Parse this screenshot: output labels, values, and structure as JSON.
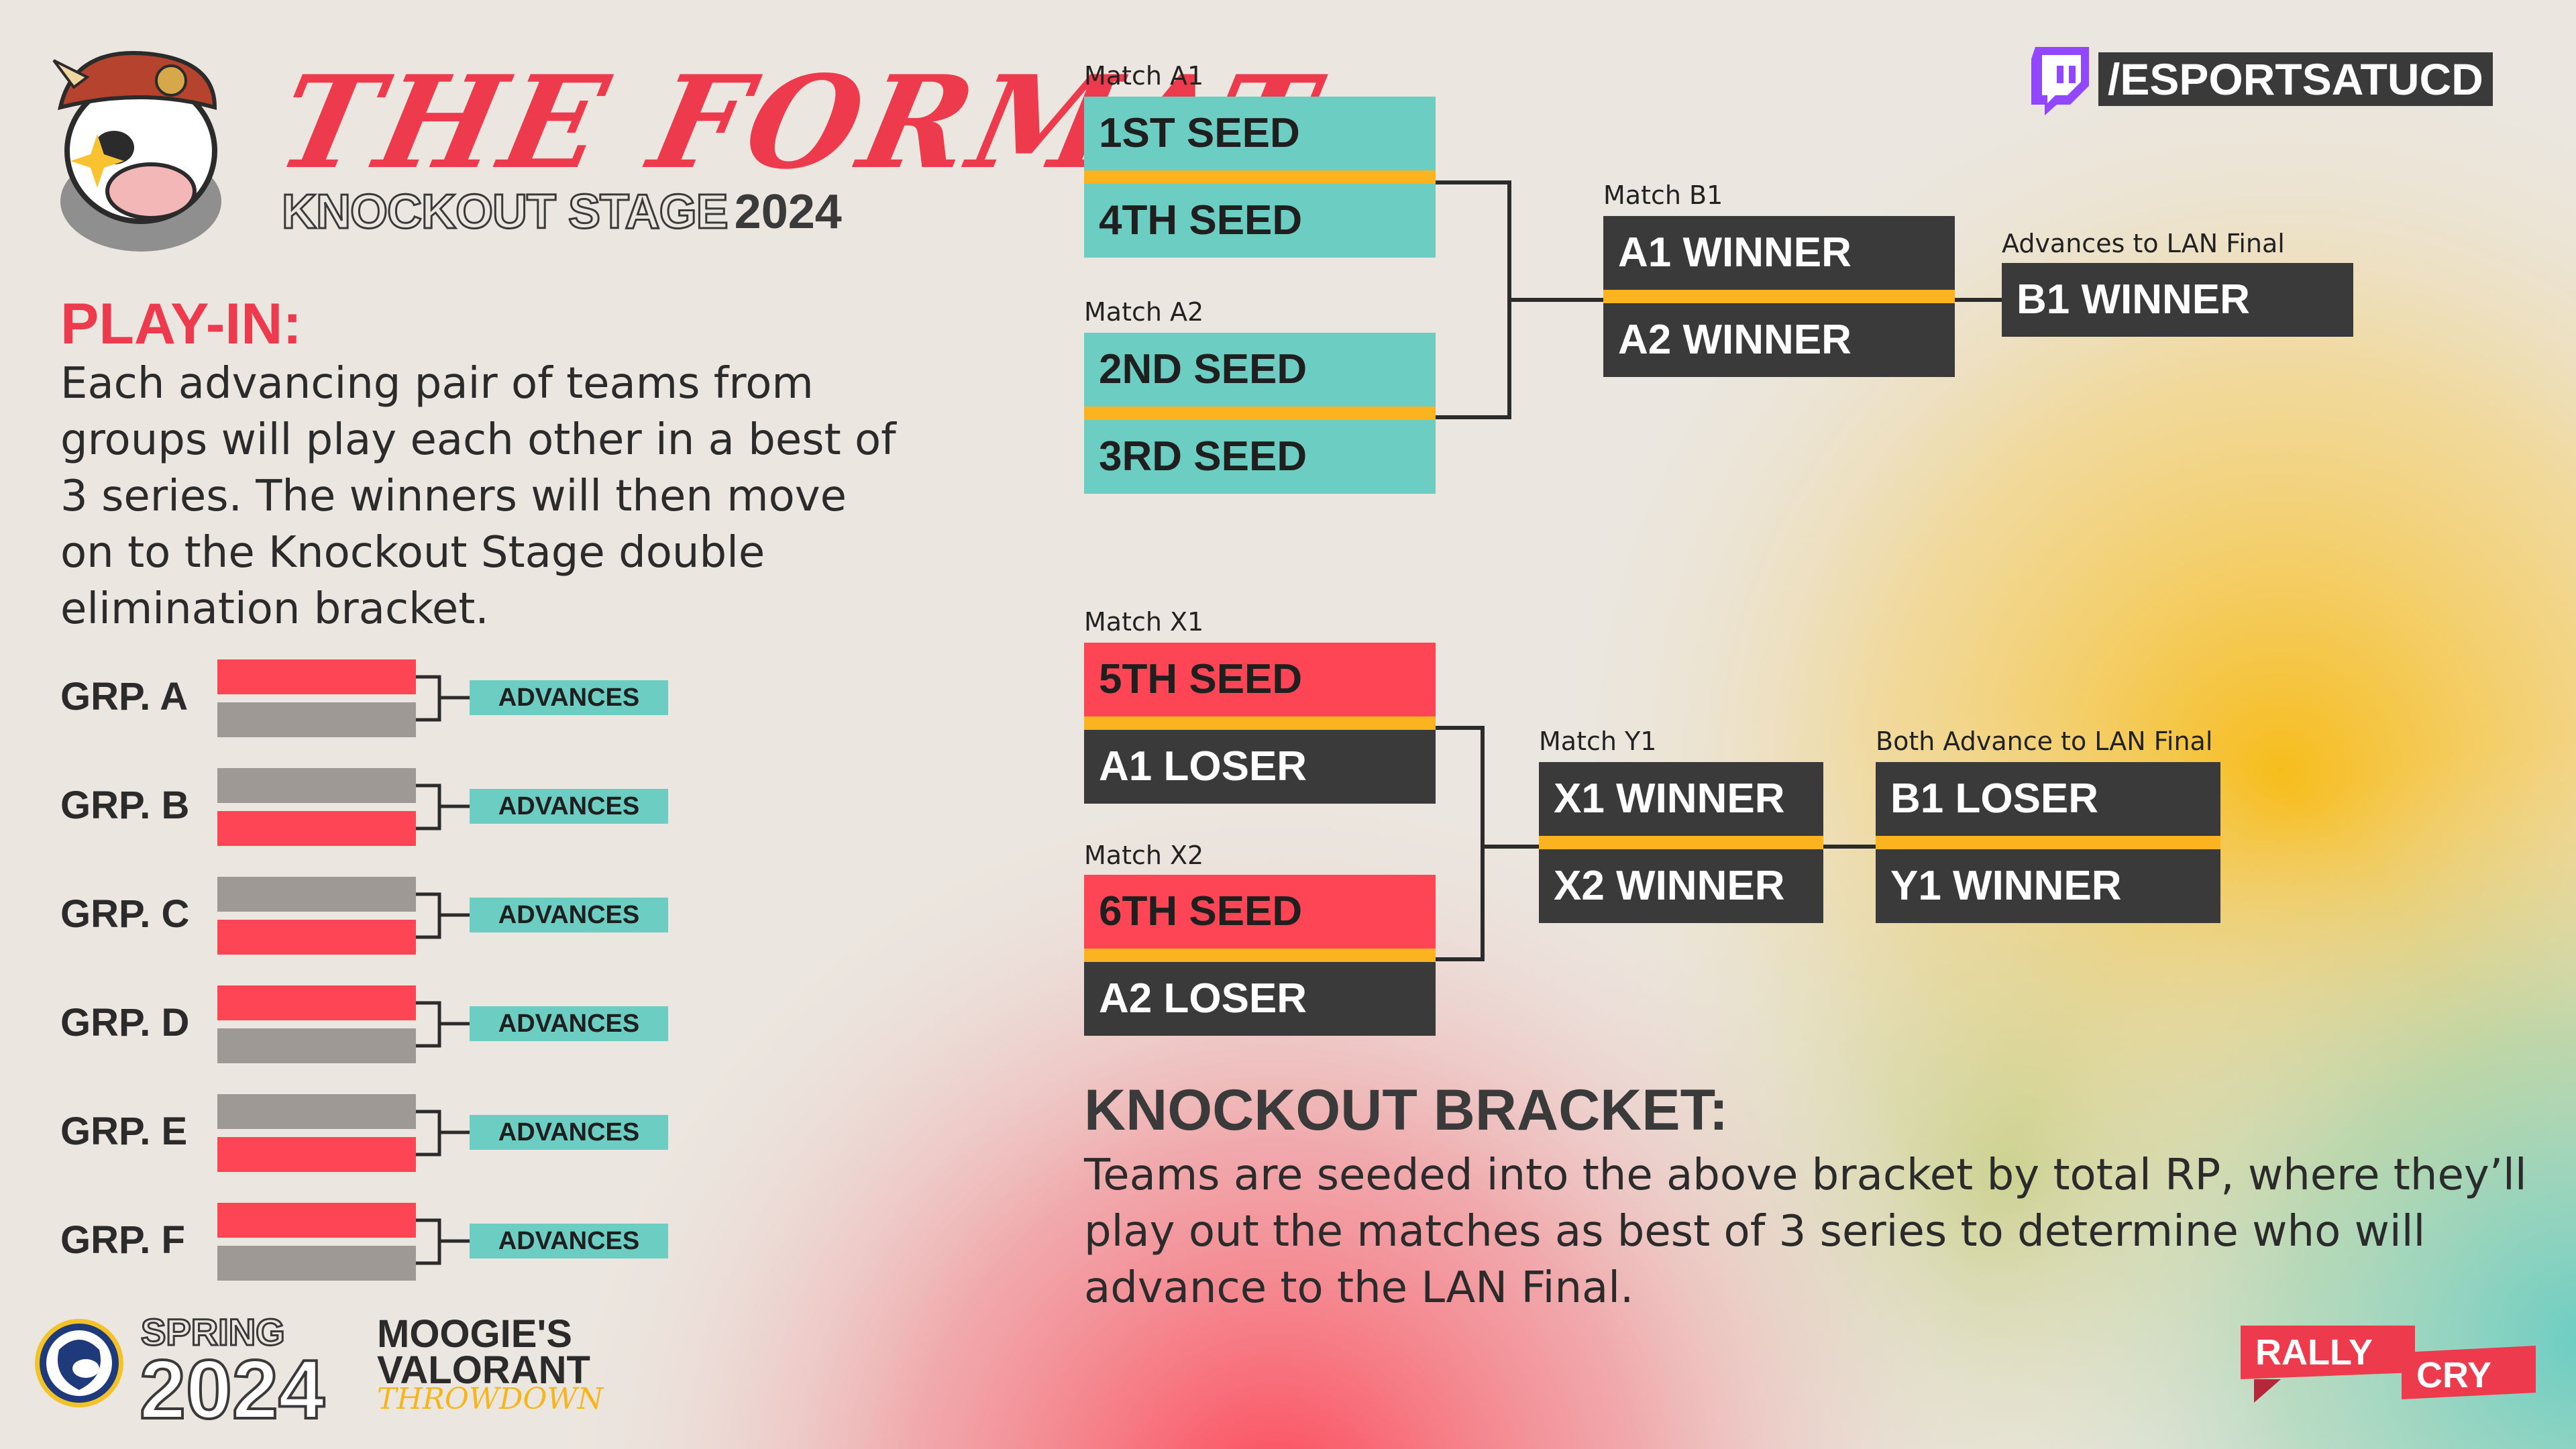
{
  "colors": {
    "accent_red": "#fd4556",
    "accent_teal": "#6ccdc2",
    "accent_yellow": "#fbb41f",
    "dark": "#3a3a3a",
    "twitch_purple": "#9146ff"
  },
  "header": {
    "title": "THE FORMAT",
    "subtitle_stage": "KNOCKOUT STAGE",
    "subtitle_year": "2024",
    "mascot_icon": "cow-mascot-icon"
  },
  "social": {
    "platform_icon": "twitch-icon",
    "handle": "/ESPORTSATUCD"
  },
  "playin": {
    "heading": "PLAY-IN:",
    "description": "Each advancing pair of teams from groups will play each other in a best of 3 series. The winners will then move on to the Knockout Stage double elimination bracket.",
    "groups": [
      {
        "label": "GRP. A",
        "top": "red",
        "advances": "ADVANCES"
      },
      {
        "label": "GRP. B",
        "top": "gray",
        "advances": "ADVANCES"
      },
      {
        "label": "GRP. C",
        "top": "gray",
        "advances": "ADVANCES"
      },
      {
        "label": "GRP. D",
        "top": "red",
        "advances": "ADVANCES"
      },
      {
        "label": "GRP. E",
        "top": "gray",
        "advances": "ADVANCES"
      },
      {
        "label": "GRP. F",
        "top": "red",
        "advances": "ADVANCES"
      }
    ]
  },
  "upper_bracket": {
    "match_a1": {
      "label": "Match A1",
      "slots": [
        "1ST SEED",
        "4TH SEED"
      ]
    },
    "match_a2": {
      "label": "Match A2",
      "slots": [
        "2ND SEED",
        "3RD SEED"
      ]
    },
    "match_b1": {
      "label": "Match B1",
      "slots": [
        "A1 WINNER",
        "A2 WINNER"
      ]
    },
    "final": {
      "label": "Advances to LAN Final",
      "slot": "B1 WINNER"
    }
  },
  "lower_bracket": {
    "match_x1": {
      "label": "Match X1",
      "slots": [
        "5TH SEED",
        "A1 LOSER"
      ]
    },
    "match_x2": {
      "label": "Match X2",
      "slots": [
        "6TH SEED",
        "A2 LOSER"
      ]
    },
    "match_y1": {
      "label": "Match Y1",
      "slots": [
        "X1 WINNER",
        "X2 WINNER"
      ]
    },
    "final": {
      "label": "Both Advance to LAN Final",
      "slots": [
        "B1 LOSER",
        "Y1 WINNER"
      ]
    }
  },
  "knockout": {
    "heading": "KNOCKOUT BRACKET:",
    "description": "Teams are seeded into the above bracket by total RP, where they’ll play out the matches as best of 3 series to determine who will advance to the LAN Final."
  },
  "footer": {
    "season": "SPRING",
    "year": "2024",
    "event_line1": "MOOGIE'S",
    "event_line2": "VALORANT",
    "event_line3": "THROWDOWN",
    "ucd_logo_icon": "ucd-cow-logo-icon",
    "sponsor_line1": "RALLY",
    "sponsor_line2": "CRY"
  }
}
